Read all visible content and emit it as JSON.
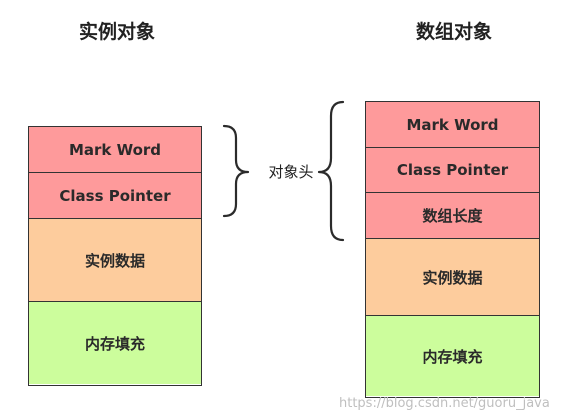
{
  "titles": {
    "left": "实例对象",
    "right": "数组对象"
  },
  "left_stack": {
    "cells": [
      {
        "label": "Mark Word",
        "color": "#fe9a9b"
      },
      {
        "label": "Class Pointer",
        "color": "#fe9a9b"
      },
      {
        "label": "实例数据",
        "color": "#fdcc9d"
      },
      {
        "label": "内存填充",
        "color": "#ccfd9c"
      }
    ]
  },
  "right_stack": {
    "cells": [
      {
        "label": "Mark Word",
        "color": "#fe9a9b"
      },
      {
        "label": "Class Pointer",
        "color": "#fe9a9b"
      },
      {
        "label": "数组长度",
        "color": "#fe9a9b"
      },
      {
        "label": "实例数据",
        "color": "#fdcc9d"
      },
      {
        "label": "内存填充",
        "color": "#ccfd9c"
      }
    ]
  },
  "header_label": "对象头",
  "watermark": "https://blog.csdn.net/guoru_java"
}
